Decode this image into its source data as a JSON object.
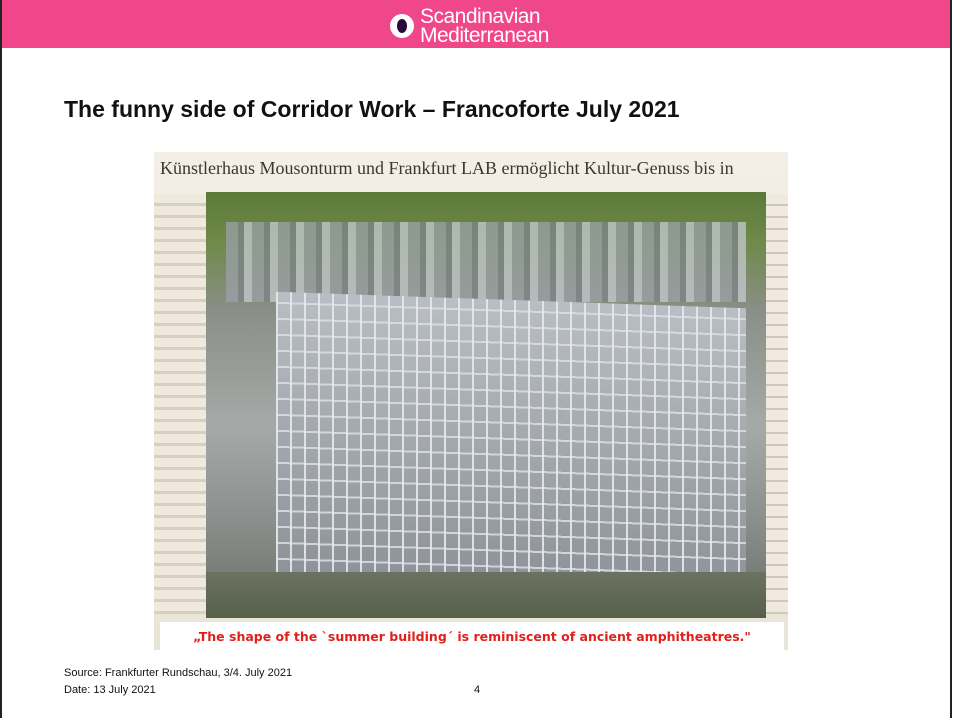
{
  "header": {
    "logo_line1": "Scandinavian",
    "logo_line2": "Mediterranean",
    "band_color": "#f0468a"
  },
  "slide": {
    "title": "The funny side of Corridor Work – Francoforte July 2021",
    "photo": {
      "headline": "Künstlerhaus Mousonturm und Frankfurt LAB ermöglicht Kultur-Genuss bis in",
      "caption": "„The shape of the `summer building´ is reminiscent of ancient amphitheatres.\"",
      "caption_color": "#e0201c"
    },
    "footer": {
      "source": "Source: Frankfurter Rundschau, 3/4. July 2021",
      "date": "Date: 13 July 2021",
      "page_number": "4"
    }
  }
}
